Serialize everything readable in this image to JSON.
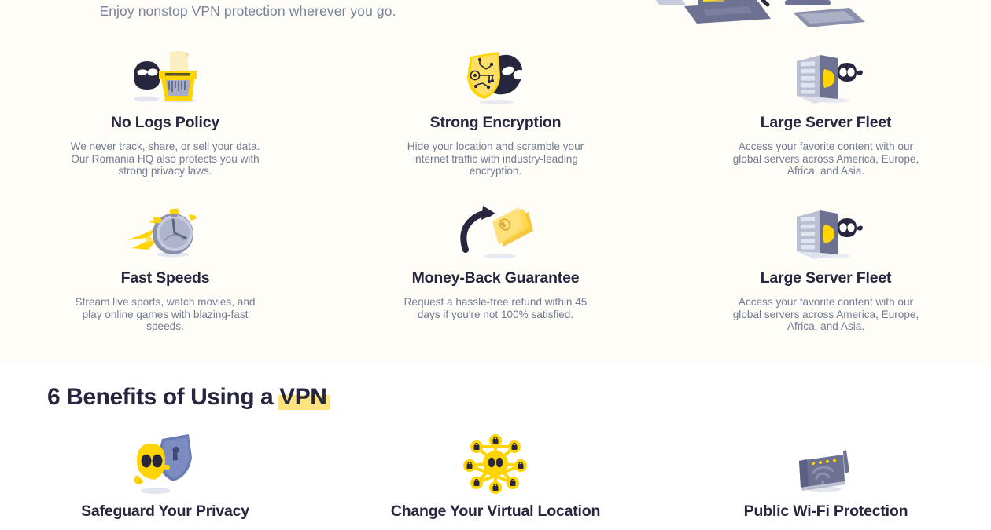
{
  "hero": {
    "subtitle": "Enjoy nonstop VPN protection wherever you go.",
    "illustration": "devices-illustration"
  },
  "features": {
    "items": [
      {
        "icon": "no-logs-shredder-icon",
        "title": "No Logs Policy",
        "description": "We never track, share, or sell your data. Our Romania HQ also protects you with strong privacy laws."
      },
      {
        "icon": "shield-key-encryption-icon",
        "title": "Strong Encryption",
        "description": "Hide your location and scramble your internet traffic with industry-leading encryption."
      },
      {
        "icon": "server-fleet-icon",
        "title": "Large Server Fleet",
        "description": "Access your favorite content with our global servers across America, Europe, Africa, and Asia."
      },
      {
        "icon": "stopwatch-speed-icon",
        "title": "Fast Speeds",
        "description": "Stream live sports, watch movies, and play online games with blazing-fast speeds."
      },
      {
        "icon": "money-back-arrow-icon",
        "title": "Money-Back Guarantee",
        "description": "Request a hassle-free refund within 45 days if you're not 100% satisfied."
      },
      {
        "icon": "server-fleet-icon",
        "title": "Large Server Fleet",
        "description": "Access your favorite content with our global servers across America, Europe, Africa, and Asia."
      }
    ]
  },
  "benefits": {
    "heading_prefix": "6 Benefits of Using a ",
    "heading_highlight": "VPN",
    "items": [
      {
        "icon": "ghost-shield-icon",
        "title": "Safeguard Your Privacy"
      },
      {
        "icon": "network-nodes-icon",
        "title": "Change Your Virtual Location"
      },
      {
        "icon": "wifi-router-icon",
        "title": "Public Wi-Fi Protection"
      }
    ]
  },
  "colors": {
    "band_background": "#fffdf7",
    "page_background": "#ffffff",
    "heading_text": "#26263f",
    "body_text": "#737b94",
    "subtitle_text": "#7a8298",
    "accent_yellow": "#ffd400",
    "highlight_yellow": "#ffe37f",
    "device_purple": "#6d7192",
    "shield_blue": "#6b7cb4",
    "dark_mascot": "#26263f"
  }
}
